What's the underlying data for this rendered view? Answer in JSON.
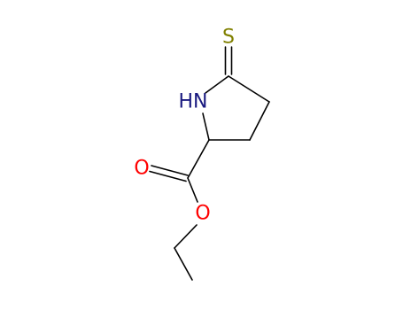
{
  "atoms": {
    "s": "S",
    "nh": "HN",
    "o_carbonyl": "O",
    "o_ester": "O"
  },
  "colors": {
    "sulfur": "#808000",
    "nitrogen": "#1a1a80",
    "oxygen": "#ff0000",
    "bond": "#000000",
    "background": "#ffffff"
  }
}
